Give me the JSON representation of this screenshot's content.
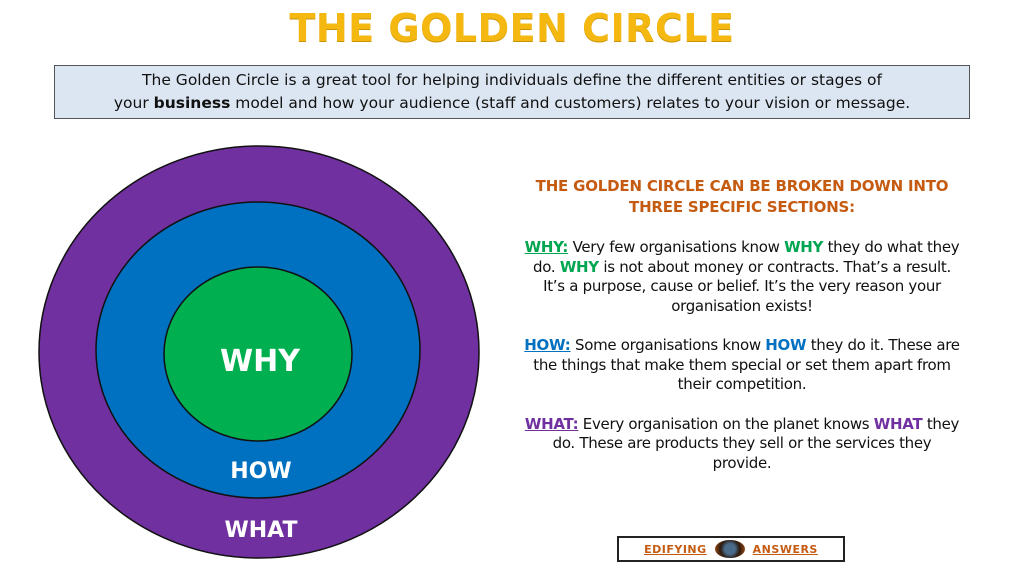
{
  "title": "THE GOLDEN CIRCLE",
  "intro": {
    "line1": "The Golden Circle is a great tool for helping individuals define the different entities or stages of",
    "line2_prefix": "your ",
    "line2_bold": "business",
    "line2_suffix": " model and how your audience (staff and customers) relates to your vision or message."
  },
  "diagram": {
    "circles": [
      {
        "label": "WHAT",
        "color": "#7030A0"
      },
      {
        "label": "HOW",
        "color": "#0070C0"
      },
      {
        "label": "WHY",
        "color": "#00B050"
      }
    ]
  },
  "sections": {
    "heading_line1": "THE GOLDEN CIRCLE CAN BE BROKEN DOWN INTO",
    "heading_line2": "THREE SPECIFIC SECTIONS:",
    "why": {
      "key": "WHY:",
      "t1": " Very few organisations know ",
      "k1": "WHY",
      "t2": " they do what they do. ",
      "k2": "WHY",
      "t3": " is not about money or contracts. That’s a result. It’s a purpose, cause or belief. It’s the very reason your organisation exists!"
    },
    "how": {
      "key": "HOW:",
      "t1": " Some organisations know ",
      "k1": "HOW",
      "t2": " they do it. These are the things that make them special or set them apart from their competition."
    },
    "what": {
      "key": "WHAT:",
      "t1": " Every organisation on the planet knows ",
      "k1": "WHAT",
      "t2": " they do. These are products they sell or the services they provide."
    }
  },
  "logo": {
    "left": "EDIFYING",
    "right": "ANSWERS"
  },
  "colors": {
    "title": "#F4B811",
    "heading": "#C55A11",
    "why": "#00B050",
    "how": "#0070C0",
    "what": "#7030A0",
    "intro_bg": "#DCE6F2"
  }
}
